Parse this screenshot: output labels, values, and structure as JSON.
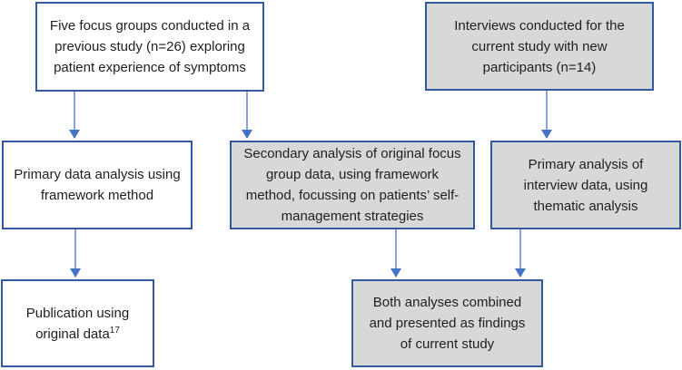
{
  "diagram": {
    "type": "flowchart",
    "colors": {
      "border": "#33599E",
      "fill_gray": "#D8D8D8",
      "fill_white": "#FFFFFF",
      "arrow_line": "#87A5DC",
      "arrow_head": "#4472C4",
      "text": "#1F1F1F",
      "bg": "#FFFFFF"
    },
    "boxes": {
      "focus_groups": {
        "text": "Five focus groups conducted in a\nprevious study (n=26) exploring\npatient experience of symptoms",
        "fill": "white"
      },
      "interviews": {
        "text": "Interviews conducted for the\ncurrent study with new\nparticipants (n=14)",
        "fill": "gray"
      },
      "primary_framework": {
        "text": "Primary data analysis using\nframework method",
        "fill": "white"
      },
      "secondary_analysis": {
        "text": "Secondary analysis of original focus\ngroup data, using framework\nmethod, focussing on patients’ self-\nmanagement strategies",
        "fill": "gray"
      },
      "primary_thematic": {
        "text": "Primary analysis of\ninterview data, using\nthematic analysis",
        "fill": "gray"
      },
      "publication": {
        "text": "Publication using\noriginal data",
        "superscript": "17",
        "fill": "white"
      },
      "combined": {
        "text": "Both analyses combined\nand presented as findings\nof current study",
        "fill": "gray"
      }
    },
    "arrows": [
      {
        "from": "focus_groups",
        "to": "primary_framework"
      },
      {
        "from": "focus_groups",
        "to": "secondary_analysis"
      },
      {
        "from": "interviews",
        "to": "primary_thematic"
      },
      {
        "from": "primary_framework",
        "to": "publication"
      },
      {
        "from": "secondary_analysis",
        "to": "combined"
      },
      {
        "from": "primary_thematic",
        "to": "combined"
      }
    ]
  }
}
